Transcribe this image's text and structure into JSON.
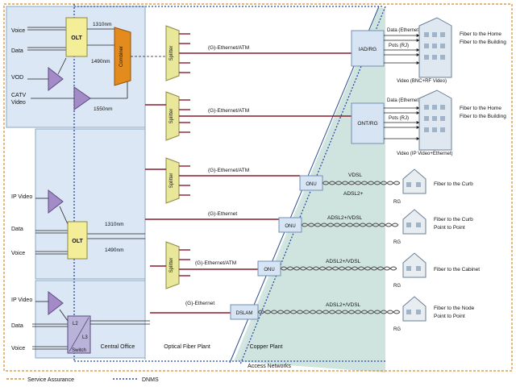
{
  "colors": {
    "panel_fill": "#dbe7f4",
    "panel_border": "#8aa7c4",
    "copper_fill": "#cfe3df",
    "fiber_line": "#8b1c2b",
    "splitter": "#e9e79a",
    "olt": "#f4ee99",
    "combiner": "#e48b1e",
    "amplifier": "#a28bc6",
    "onu_box": "#d7e4f3",
    "service_assurance": "#d68c2c",
    "dnms": "#2e4aa0"
  },
  "inputs": {
    "voice": "Voice",
    "data": "Data",
    "vod": "VOD",
    "catv": "CATV",
    "video": "Video",
    "ip_video": "IP Video"
  },
  "olt": {
    "label": "OLT",
    "l2l3_top": "L2",
    "l2l3_mid": "L3",
    "l2l3_bottom": "Switch"
  },
  "combiner": {
    "label": "Combiner"
  },
  "wavelengths": {
    "w1310": "1310nm",
    "w1490": "1490nm",
    "w1550": "1550nm"
  },
  "splitter": {
    "label": "Splitter"
  },
  "links": {
    "ethernet_atm": "(G)-Ethernet/ATM",
    "ethernet": "(G)-Ethernet"
  },
  "onu": {
    "iad_rg": "IAD/RG",
    "ont_rg": "ONT/RG",
    "onu": "ONU",
    "dslam": "DSLAM"
  },
  "dsl": {
    "vdsl": "VDSL",
    "adsl2plus": "ADSL2+",
    "adsl2_vdsl": "ADSL2+/VDSL"
  },
  "premises": {
    "data_ethernet": "Data (Ethernet)",
    "pots_rj": "Pots (RJ)",
    "video_bnc_rf": "Video (BNC+RF Video)",
    "video_ip_eth": "Video (IP Video+Ethernet)",
    "rg": "RG"
  },
  "ftt": {
    "home_1": "Fiber to the Home",
    "building_1": "Fiber to the Building",
    "home_2": "Fiber to the Home",
    "building_2": "Fiber to the Building",
    "curb": "Fiber to the Curb",
    "curb_p2p_1": "Fiber to the Curb",
    "curb_p2p_2": "Point to Point",
    "cabinet": "Fiber to the Cabinet",
    "node_p2p_1": "Fiber to the Node",
    "node_p2p_2": "Point to Point"
  },
  "sections": {
    "central_office": "Central Office",
    "optical_fiber_plant": "Optical Fiber Plant",
    "copper_plant": "Copper Plant",
    "access_networks": "Access Networks"
  },
  "legend": {
    "service_assurance": "Service Assurance",
    "dnms": "DNMS"
  }
}
